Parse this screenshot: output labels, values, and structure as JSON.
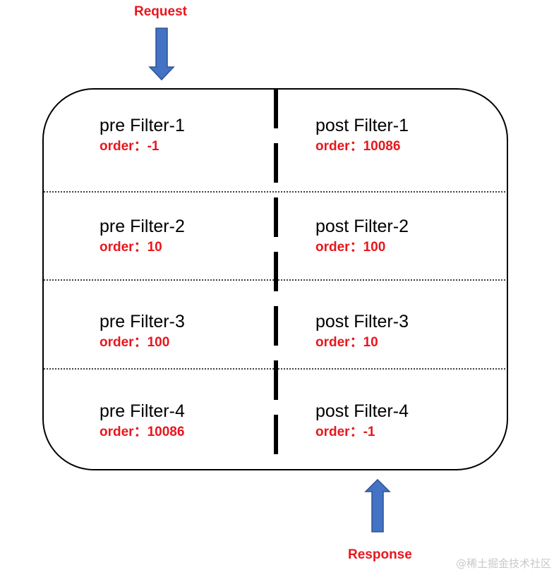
{
  "top_label": "Request",
  "bottom_label": "Response",
  "watermark": "@稀土掘金技术社区",
  "colors": {
    "arrow": "#4472c4",
    "arrow_stroke": "#2f528f",
    "label": "#e8161d"
  },
  "rows": [
    {
      "pre": {
        "name": "pre Filter-1",
        "order": "order：-1"
      },
      "post": {
        "name": "post Filter-1",
        "order": "order：10086"
      }
    },
    {
      "pre": {
        "name": "pre Filter-2",
        "order": "order：10"
      },
      "post": {
        "name": "post Filter-2",
        "order": "order：100"
      }
    },
    {
      "pre": {
        "name": "pre Filter-3",
        "order": "order：100"
      },
      "post": {
        "name": "post Filter-3",
        "order": "order：10"
      }
    },
    {
      "pre": {
        "name": "pre Filter-4",
        "order": "order：10086"
      },
      "post": {
        "name": "post Filter-4",
        "order": "order：-1"
      }
    }
  ]
}
